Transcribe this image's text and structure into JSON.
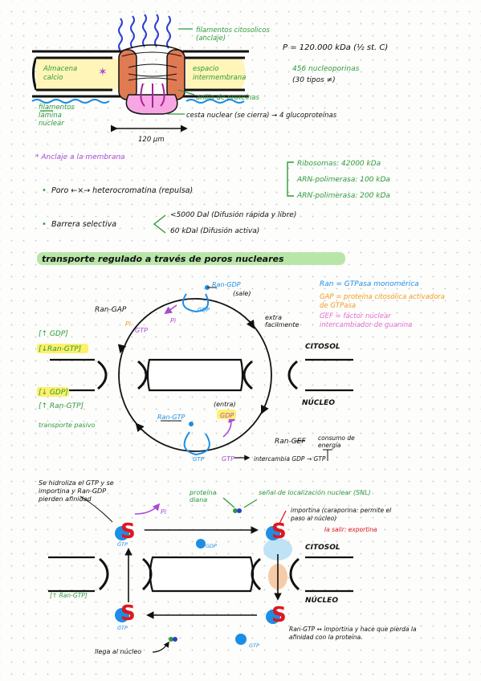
{
  "pore": {
    "nucleoplasmic_filaments": "filamentos citosolicos (anclaje)",
    "perinuclear_cisterna": "Almacena calcio",
    "intermembrane_space": "espacio intermembrana",
    "nuclear_lamina": "filamentos lámina nuclear",
    "central_ring": "anillo de proteínas",
    "nuclear_basket": "cesta nuclear (se cierra) → 4 glucoproteínas",
    "scale": "120 µm",
    "anchoring": "* Anclaje a la membrana"
  },
  "stats": {
    "molecular_weight": "P = 120.000 kDa (½ st. C)",
    "nucleoporins": "456 nucleoporinas",
    "types": "(30 tipos ≠)"
  },
  "transport_list": {
    "item1": "Poro ←×→ heterocromatina (repulsa)",
    "item2_label": "Barrera selectiva",
    "item2_a": "<5000 Dal (Difusión rápida y libre)",
    "item2_b": "60 kDal (Difusión activa)",
    "ribosomes": "Ribosomas: 42000 kDa",
    "pol1": "ARN-polimerasa: 100 kDa",
    "pol2": "ARN-polimerasa: 200 kDa"
  },
  "section_title": "transporte regulado a través de poros nucleares",
  "legend": {
    "ran": "Ran = GTPasa monomérica",
    "gap": "GAP = proteína citosólica activadora de GTPasa",
    "gef": "GEF = factor nuclear intercambiador de guanina"
  },
  "cycle": {
    "ran_gdp_top": "Ran-GDP",
    "salida": "(sale)",
    "ran_gap": "Ran-GAP",
    "pi": "Pi",
    "pi2": "Pi",
    "gtp": "GTP",
    "gdp": "GDP",
    "extra": "extra facilmente",
    "citosol": "CITOSOL",
    "nucleo": "NÚCLEO",
    "up_gdp": "[↑ GDP]",
    "down_rangtp": "[↓Ran-GTP]",
    "down_gdp": "[↓ GDP]",
    "up_rangtp": "[↑ Ran-GTP]",
    "passive": "transporte pasivo",
    "entra": "(entra)",
    "gdp2": "GDP",
    "ran_gtp": "Ran-GTP",
    "gtp2": "GTP",
    "ran_gef": "Ran-GEF",
    "energy": "consumo de energía",
    "exchange": "intercambia GDP → GTP",
    "gdp_small": "GDP",
    "gtp_small": "GTP"
  },
  "import": {
    "hydrolysis": "Se hidroliza el GTP y se importina y Ran-GDP pierden afinidad",
    "cargo_label": "proteína diana",
    "nls": "señal de localización nuclear (SNL)",
    "importin": "importina (caraporina: permite el paso al núcleo)",
    "exportin": "la salir: exportina",
    "citosol": "CITOSOL",
    "nucleo": "NÚCLEO",
    "up_rangtp": "[↑ Ran-GTP]",
    "release": "Ran-GTP ↔ importina y hace que pierda la afinidad con la proteína.",
    "nucleus_arrival": "llega al núcleo",
    "pi": "Pi",
    "gdp": "GDP",
    "gtp": "GTP",
    "gtp2": "GTP",
    "gtp3": "GTP",
    "s": "S"
  },
  "colors": {
    "blue": "#1d8ee3",
    "green": "#2e9a3a",
    "purple": "#a64bd6",
    "orange": "#f29a1c",
    "pink": "#e56bd2",
    "red": "#e0161d",
    "highlight_green": "#b8e6a8",
    "highlight_yellow": "#fff06a",
    "ice": "#bfe3f5",
    "peach": "#f6cba8"
  }
}
